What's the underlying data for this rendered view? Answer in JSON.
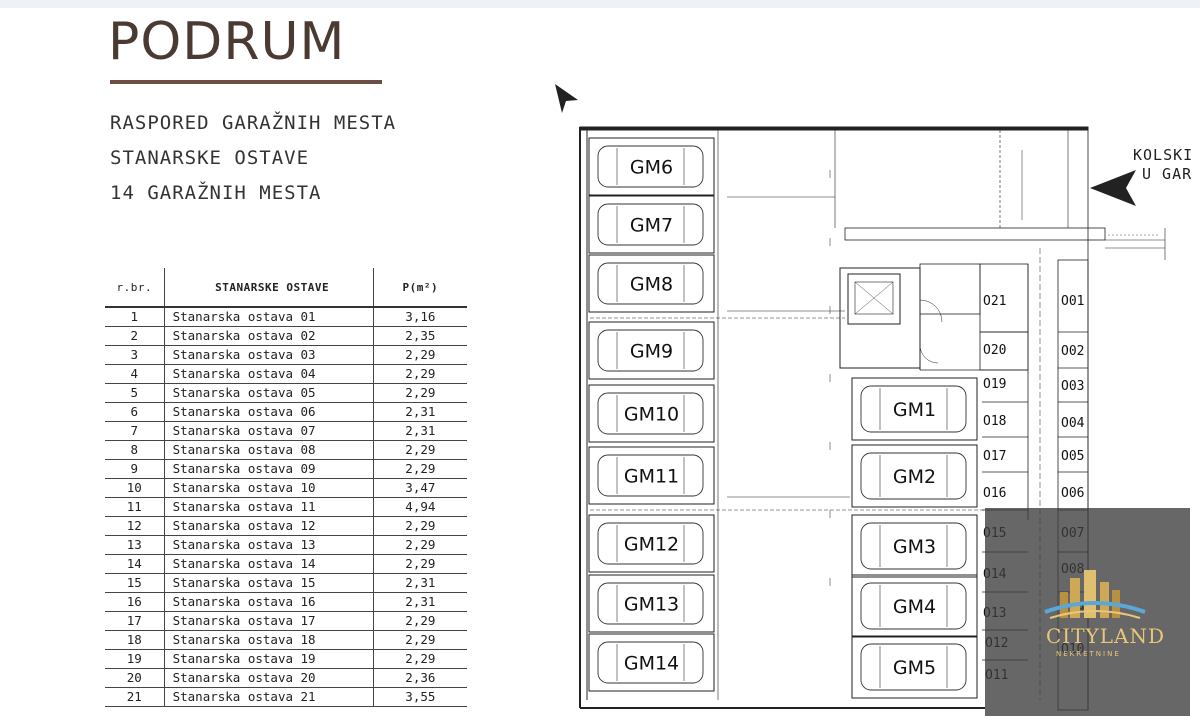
{
  "heading": {
    "title": "PODRUM",
    "lines": [
      "RASPORED GARAŽNIH MESTA",
      "STANARSKE OSTAVE",
      "14 GARAŽNIH MESTA"
    ]
  },
  "storage_table": {
    "headers": [
      "r.br.",
      "STANARSKE OSTAVE",
      "P(m²)"
    ],
    "rows": [
      [
        "1",
        "Stanarska ostava 01",
        "3,16"
      ],
      [
        "2",
        "Stanarska ostava 02",
        "2,35"
      ],
      [
        "3",
        "Stanarska ostava 03",
        "2,29"
      ],
      [
        "4",
        "Stanarska ostava 04",
        "2,29"
      ],
      [
        "5",
        "Stanarska ostava 05",
        "2,29"
      ],
      [
        "6",
        "Stanarska ostava 06",
        "2,31"
      ],
      [
        "7",
        "Stanarska ostava 07",
        "2,31"
      ],
      [
        "8",
        "Stanarska ostava 08",
        "2,29"
      ],
      [
        "9",
        "Stanarska ostava 09",
        "2,29"
      ],
      [
        "10",
        "Stanarska ostava 10",
        "3,47"
      ],
      [
        "11",
        "Stanarska ostava 11",
        "4,94"
      ],
      [
        "12",
        "Stanarska ostava 12",
        "2,29"
      ],
      [
        "13",
        "Stanarska ostava 13",
        "2,29"
      ],
      [
        "14",
        "Stanarska ostava 14",
        "2,29"
      ],
      [
        "15",
        "Stanarska ostava 15",
        "2,31"
      ],
      [
        "16",
        "Stanarska ostava 16",
        "2,31"
      ],
      [
        "17",
        "Stanarska ostava 17",
        "2,29"
      ],
      [
        "18",
        "Stanarska ostava 18",
        "2,29"
      ],
      [
        "19",
        "Stanarska ostava 19",
        "2,29"
      ],
      [
        "20",
        "Stanarska ostava 20",
        "2,36"
      ],
      [
        "21",
        "Stanarska ostava 21",
        "3,55"
      ]
    ]
  },
  "plan": {
    "entry_label_lines": [
      "KOLSKI",
      "U GAR"
    ],
    "left_spots": [
      "GM6",
      "GM7",
      "GM8",
      "GM9",
      "GM10",
      "GM11",
      "GM12",
      "GM13",
      "GM14"
    ],
    "right_spots": [
      "GM1",
      "GM2",
      "GM3",
      "GM4",
      "GM5"
    ],
    "storage_left_col": [
      "O21",
      "O20",
      "O19",
      "O18",
      "O17",
      "O16",
      "O15",
      "O14",
      "O13",
      "O12",
      "O11"
    ],
    "storage_right_col": [
      "O01",
      "O02",
      "O03",
      "O04",
      "O05",
      "O06",
      "O07",
      "O08",
      "O09",
      "O10"
    ],
    "north_arrow_icon": "north-arrow-icon",
    "entry_arrow_icon": "entry-arrow-icon"
  },
  "watermark": {
    "name": "CITYLAND",
    "tagline": "NEKRETNINE",
    "icon": "city-skyline-logo-icon",
    "accent_color": "#e8c878"
  }
}
